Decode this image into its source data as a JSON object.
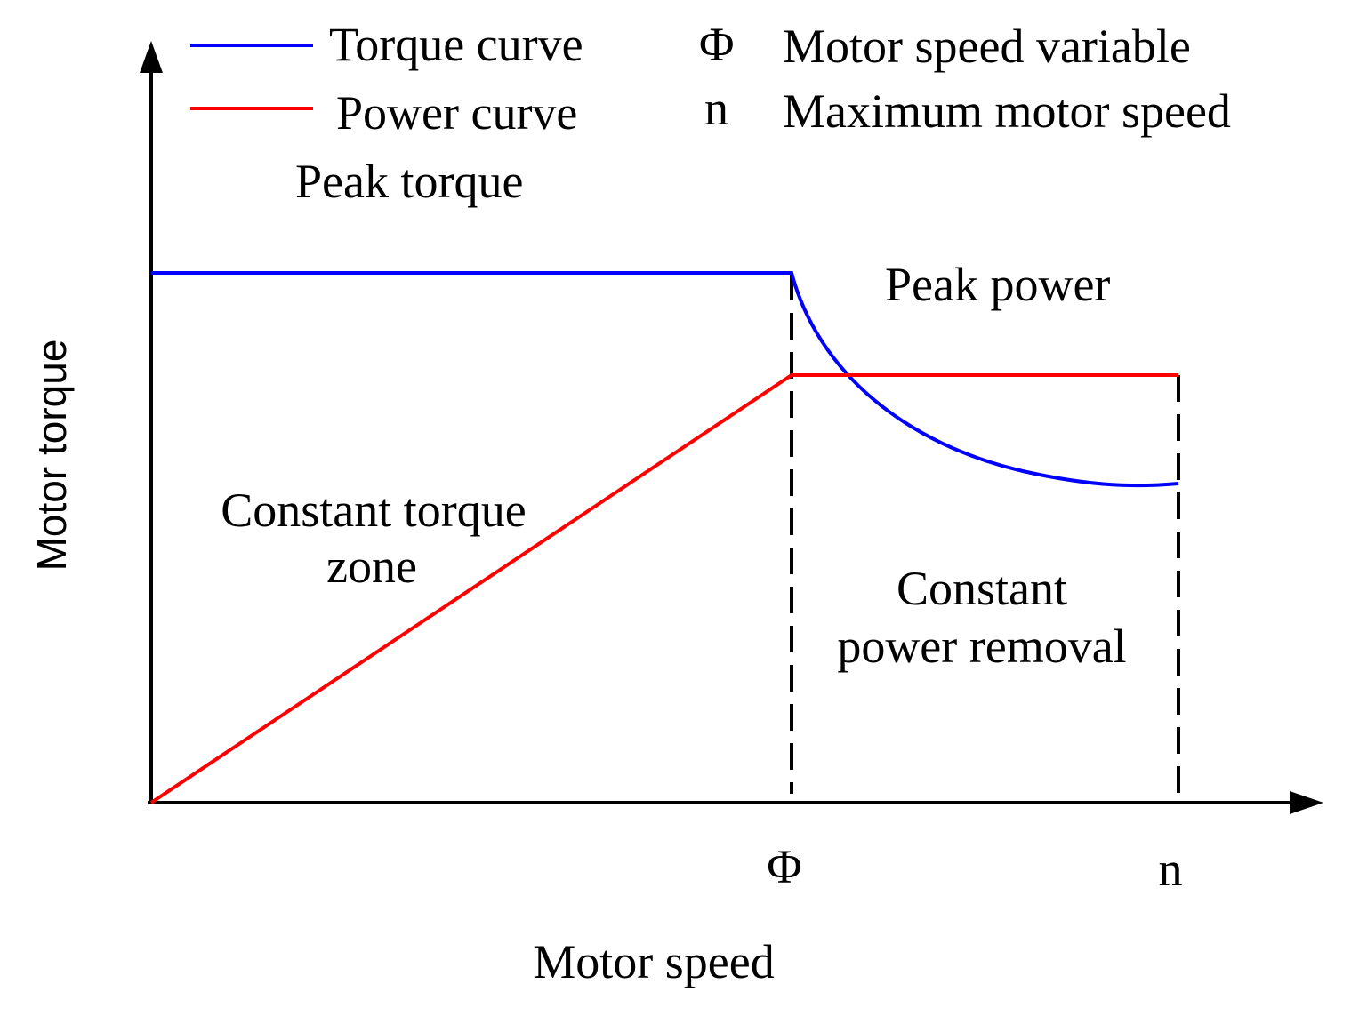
{
  "legend": {
    "torque_label": "Torque curve",
    "power_label": "Power curve",
    "phi_symbol": "Φ",
    "phi_desc": "Motor speed variable",
    "n_symbol": "n",
    "n_desc": "Maximum motor speed"
  },
  "annotations": {
    "peak_torque": "Peak torque",
    "peak_power": "Peak power",
    "constant_torque_line1": "Constant torque",
    "constant_torque_line2": "zone",
    "constant_power_line1": "Constant",
    "constant_power_line2": "power removal"
  },
  "axes": {
    "xlabel": "Motor speed",
    "ylabel": "Motor torque",
    "x_tick_phi": "Φ",
    "x_tick_n": "n"
  },
  "colors": {
    "torque": "#0000ff",
    "power": "#ff0000",
    "axis": "#000000"
  }
}
